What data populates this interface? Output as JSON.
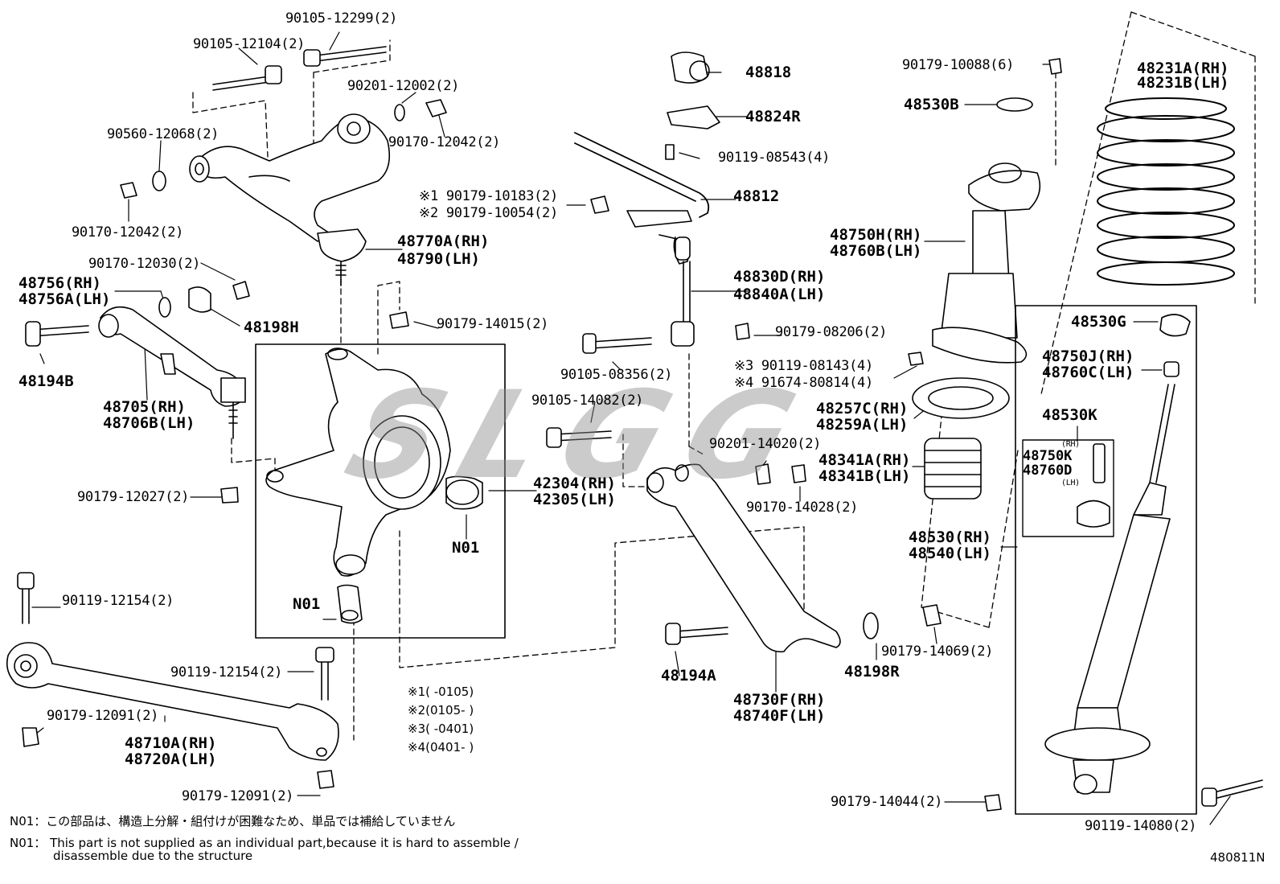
{
  "labels": {
    "p90105_12299": "90105-12299(2)",
    "p90105_12104": "90105-12104(2)",
    "p90201_12002": "90201-12002(2)",
    "p90170_12042a": "90170-12042(2)",
    "p90560_12068": "90560-12068(2)",
    "p90170_12042b": "90170-12042(2)",
    "p48770A": "48770A(RH)",
    "p48790": "48790(LH)",
    "p90170_12030": "90170-12030(2)",
    "p48756": "48756(RH)",
    "p48756A": "48756A(LH)",
    "p48198H": "48198H",
    "p48194B": "48194B",
    "p48705": "48705(RH)",
    "p48706B": "48706B(LH)",
    "p90179_14015": "90179-14015(2)",
    "p90179_12027": "90179-12027(2)",
    "p42304": "42304(RH)",
    "p42305": "42305(LH)",
    "pN01a": "N01",
    "pN01b": "N01",
    "p90119_12154a": "90119-12154(2)",
    "p90119_12154b": "90119-12154(2)",
    "p90179_12091a": "90179-12091(2)",
    "p48710A": "48710A(RH)",
    "p48720A": "48720A(LH)",
    "p90179_12091b": "90179-12091(2)",
    "p48818": "48818",
    "p48824R": "48824R",
    "p90119_08543": "90119-08543(4)",
    "p48812": "48812",
    "p90179_10183": "※1 90179-10183(2)",
    "p90179_10054": "※2 90179-10054(2)",
    "p48830D": "48830D(RH)",
    "p48840A": "48840A(LH)",
    "p90179_08206": "90179-08206(2)",
    "p90105_08356": "90105-08356(2)",
    "p90105_14082": "90105-14082(2)",
    "p90201_14020": "90201-14020(2)",
    "p90170_14028": "90170-14028(2)",
    "p48194A": "48194A",
    "p48198R": "48198R",
    "p48730F": "48730F(RH)",
    "p48740F": "48740F(LH)",
    "p90179_10088": "90179-10088(6)",
    "p48530B": "48530B",
    "p48231A": "48231A(RH)",
    "p48231B": "48231B(LH)",
    "p48750H": "48750H(RH)",
    "p48760B": "48760B(LH)",
    "p90119_08143": "※3 90119-08143(4)",
    "p91674_80814": "※4 91674-80814(4)",
    "p48257C": "48257C(RH)",
    "p48259A": "48259A(LH)",
    "p48341A": "48341A(RH)",
    "p48341B": "48341B(LH)",
    "p48530": "48530(RH)",
    "p48540": "48540(LH)",
    "p90179_14069": "90179-14069(2)",
    "p48530G": "48530G",
    "p48750J": "48750J(RH)",
    "p48760C": "48760C(LH)",
    "p48530K": "48530K",
    "p48750K_rh": "(RH)",
    "p48750K": "48750K",
    "p48760D": "48760D",
    "p48760D_lh": "(LH)",
    "p90179_14044": "90179-14044(2)",
    "p90119_14080": "90119-14080(2)"
  },
  "date_codes": [
    "※1(   -0105)",
    "※2(0105-   )",
    "※3(   -0401)",
    "※4(0401-   )"
  ],
  "notes": {
    "jp": "N01：この部品は、構造上分解・組付けが困難なため、単品では補給していません",
    "en_1": "N01： This part is not supplied as an individual part,because it is hard to assemble /",
    "en_2": "disassemble due to the structure"
  },
  "diagram_id": "480811N",
  "watermark": "SLGG"
}
